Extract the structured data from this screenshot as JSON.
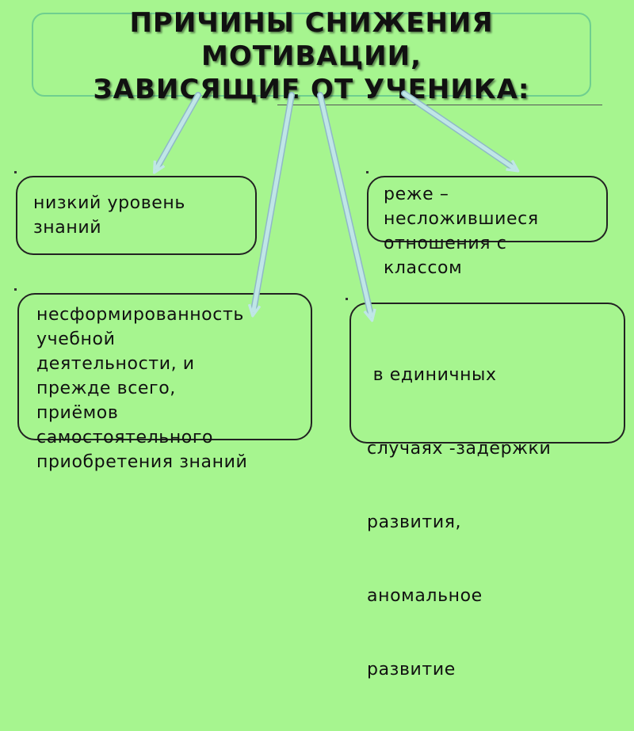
{
  "title": {
    "line1": "ПРИЧИНЫ СНИЖЕНИЯ",
    "line2": "МОТИВАЦИИ,",
    "line3": "ЗАВИСЯЩИЕ ОТ УЧЕНИКА:"
  },
  "boxes": {
    "low_knowledge": [
      "низкий уровень",
      "знаний"
    ],
    "class_relations": [
      "реже –",
      "несложившиеся",
      "отношения с",
      "классом"
    ],
    "unformed_skills": [
      "несформированность",
      "учебной",
      "деятельности, и",
      "прежде всего,",
      "приёмов",
      "самостоятельного",
      "приобретения знаний"
    ],
    "development_delay": [
      " в единичных",
      "случаях -задержки",
      "развития,",
      "аномальное",
      "развитие"
    ]
  },
  "colors": {
    "background": "#a6f58f",
    "arrow_fill": "#bfe6e6",
    "arrow_stroke": "#8fb8c8"
  }
}
